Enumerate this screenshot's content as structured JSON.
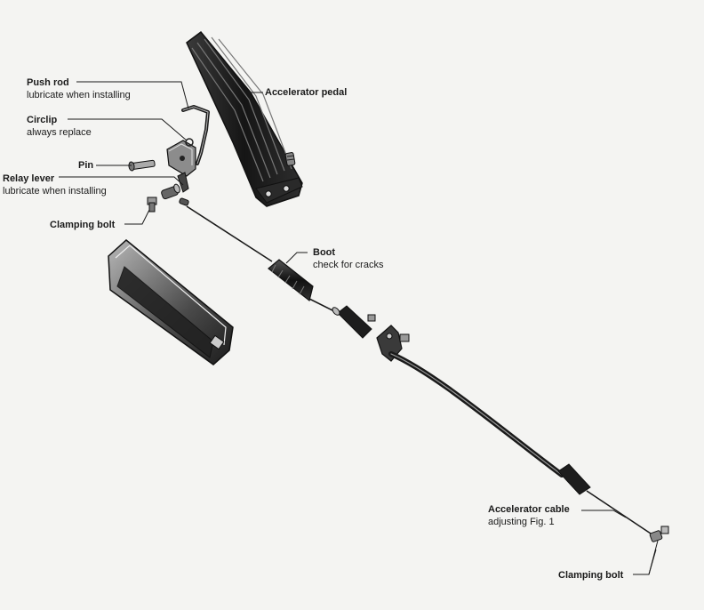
{
  "labels": {
    "push_rod": {
      "title": "Push rod",
      "note": "lubricate when installing"
    },
    "circlip": {
      "title": "Circlip",
      "note": "always replace"
    },
    "pin": {
      "title": "Pin"
    },
    "relay_lever": {
      "title": "Relay lever",
      "note": "lubricate when installing"
    },
    "clamping_bolt_top": {
      "title": "Clamping bolt"
    },
    "accelerator_pedal": {
      "title": "Accelerator pedal"
    },
    "boot": {
      "title": "Boot",
      "note": "check for cracks"
    },
    "accelerator_cable": {
      "title": "Accelerator cable",
      "note": "adjusting Fig. 1"
    },
    "clamping_bolt_bottom": {
      "title": "Clamping bolt"
    }
  },
  "colors": {
    "ink": "#1a1a1a",
    "part_dark": "#222222",
    "part_mid": "#555555",
    "part_light": "#9a9a9a",
    "background": "#f4f4f2"
  }
}
